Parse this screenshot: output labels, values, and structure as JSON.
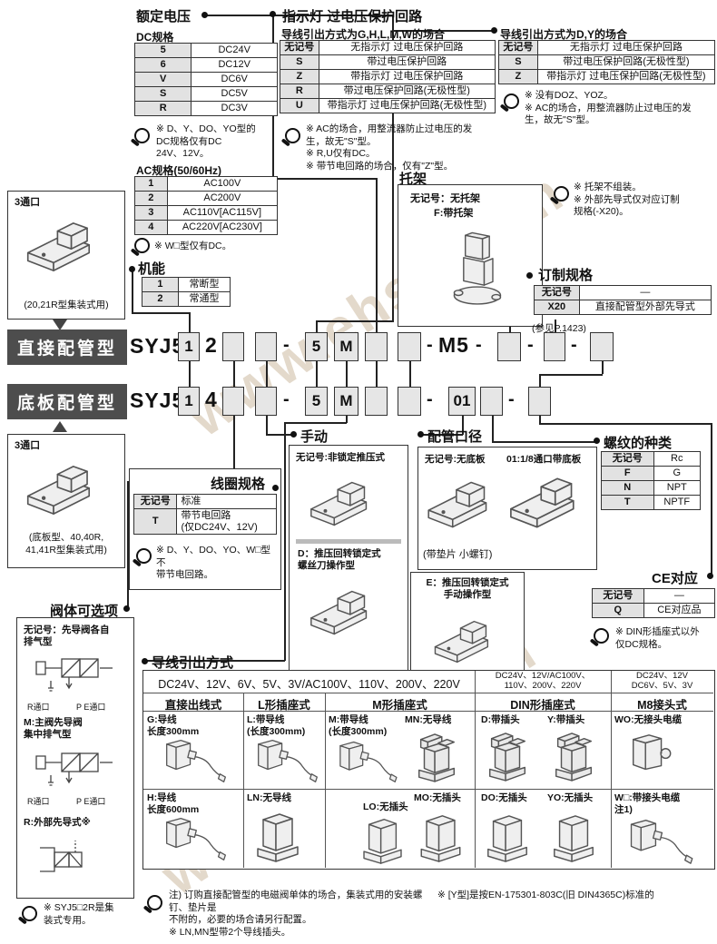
{
  "watermark": {
    "text": "www.ehsy.com"
  },
  "rated_voltage": {
    "title": "额定电压",
    "dc_caption": "DC规格",
    "dc_rows": [
      [
        "5",
        "DC24V"
      ],
      [
        "6",
        "DC12V"
      ],
      [
        "V",
        "DC6V"
      ],
      [
        "S",
        "DC5V"
      ],
      [
        "R",
        "DC3V"
      ]
    ],
    "dc_note": "※ D、Y、DO、YO型的\nDC规格仅有DC\n24V、12V。",
    "ac_caption": "AC规格(50/60Hz)",
    "ac_rows": [
      [
        "1",
        "AC100V"
      ],
      [
        "2",
        "AC200V"
      ],
      [
        "3",
        "AC110V[AC115V]"
      ],
      [
        "4",
        "AC220V[AC230V]"
      ]
    ],
    "ac_note": "※ W□型仅有DC。"
  },
  "indicator": {
    "title": "指示灯  过电压保护回路",
    "ghlmw_caption": "导线引出方式为G,H,L,M,W的场合",
    "ghlmw_rows": [
      [
        "无记号",
        "无指示灯  过电压保护回路"
      ],
      [
        "S",
        "带过电压保护回路"
      ],
      [
        "Z",
        "带指示灯  过电压保护回路"
      ],
      [
        "R",
        "带过电压保护回路(无极性型)"
      ],
      [
        "U",
        "带指示灯  过电压保护回路(无极性型)"
      ]
    ],
    "ghlmw_note": "※ AC的场合，用整流器防止过电压的发\n生，故无\"S\"型。\n※ R,U仅有DC。\n※ 带节电回路的场合，仅有\"Z\"型。",
    "dy_caption": "导线引出方式为D,Y的场合",
    "dy_rows": [
      [
        "无记号",
        "无指示灯  过电压保护回路"
      ],
      [
        "S",
        "带过电压保护回路(无极性型)"
      ],
      [
        "Z",
        "带指示灯  过电压保护回路(无极性型)"
      ]
    ],
    "dy_note": "※ 没有DOZ、YOZ。\n※ AC的场合，用整流器防止过电压的发\n生，故无\"S\"型。"
  },
  "bracket": {
    "title": "托架",
    "none": "无记号：无托架",
    "f": "F:带托架",
    "note": "※ 托架不组装。\n※ 外部先导式仅对应订制\n规格(-X20)。"
  },
  "custom_spec": {
    "title": "订制规格",
    "rows": [
      [
        "无记号",
        "—"
      ],
      [
        "X20",
        "直接配管型外部先导式"
      ]
    ],
    "ref": "(参见P.1423)"
  },
  "func": {
    "title": "机能",
    "rows": [
      [
        "1",
        "常断型"
      ],
      [
        "2",
        "常通型"
      ]
    ]
  },
  "port3_top": {
    "label": "3通口",
    "caption": "(20,21R型集装式用)"
  },
  "port3_bottom": {
    "label": "3通口",
    "caption": "(底板型、40,40R,\n41,41R型集装式用)"
  },
  "code_row1": {
    "label": "直接配管型",
    "prefix": "SYJ5",
    "d1": "1",
    "d2": "2",
    "v": "5",
    "w": "M",
    "port": "M5",
    "dash": "-"
  },
  "code_row2": {
    "label": "底板配管型",
    "prefix": "SYJ5",
    "d1": "1",
    "d2": "4",
    "v": "5",
    "w": "M",
    "port": "01",
    "dash": "-"
  },
  "manual": {
    "title": "手动",
    "none": "无记号:非锁定推压式",
    "d": "D：推压回转锁定式\n螺丝刀操作型",
    "e": "E：推压回转锁定式\n手动操作型"
  },
  "coil": {
    "title": "线圈规格",
    "rows": [
      [
        "无记号",
        "标准"
      ],
      [
        "T",
        "带节电回路\n(仅DC24V、12V)"
      ]
    ],
    "note": "※ D、Y、DO、YO、W□型不\n带节电回路。"
  },
  "port_size": {
    "title": "配管口径",
    "none": "无记号:无底板",
    "p01": "01:1/8通口带底板",
    "caption": "(带垫片  小螺钉)"
  },
  "thread": {
    "title": "螺纹的种类",
    "rows": [
      [
        "无记号",
        "Rc"
      ],
      [
        "F",
        "G"
      ],
      [
        "N",
        "NPT"
      ],
      [
        "T",
        "NPTF"
      ]
    ]
  },
  "ce": {
    "title": "CE对应",
    "rows": [
      [
        "无记号",
        "—"
      ],
      [
        "Q",
        "CE对应品"
      ]
    ],
    "note": "※ DIN形插座式以外\n仅DC规格。"
  },
  "body_option": {
    "title": "阀体可选项",
    "none": "无记号：先导阀各自\n排气型",
    "m": "M:主阀先导阀\n集中排气型",
    "r": "R:外部先导式※",
    "port_r": "R通口",
    "port_pe": "P E通口",
    "note": "※ SYJ5□2R是集\n装式专用。"
  },
  "wiring": {
    "title": "导线引出方式",
    "volt_group_a": "DC24V、12V、6V、5V、3V/AC100V、110V、200V、220V",
    "volt_group_b": "DC24V、12V/AC100V、\n110V、200V、220V",
    "volt_group_c": "DC24V、12V\nDC6V、5V、3V",
    "columns": [
      "直接出线式",
      "L形插座式",
      "M形插座式",
      "DIN形插座式",
      "M8接头式"
    ],
    "g": "G:导线\n长度300mm",
    "h": "H:导线\n长度600mm",
    "l": "L:带导线\n(长度300mm)",
    "ln": "LN:无导线",
    "m": "M:带导线\n(长度300mm)",
    "mn": "MN:无导线",
    "lo": "LO:无插头",
    "mo": "MO:无插头",
    "d": "D:带插头",
    "y": "Y:带插头",
    "do": "DO:无插头",
    "yo": "YO:无插头",
    "wo": "WO:无接头电缆",
    "w": "W□:带接头电缆\n注1)"
  },
  "footnotes": {
    "left": "注) 订购直接配管型的电磁阀单体的场合，集装式用的安装螺钉、垫片是\n不附的，必要的场合请另行配置。\n※ LN,MN型带2个导线插头。",
    "right": "※ [Y型]是按EN-175301-803C(旧  DIN4365C)标准的"
  }
}
